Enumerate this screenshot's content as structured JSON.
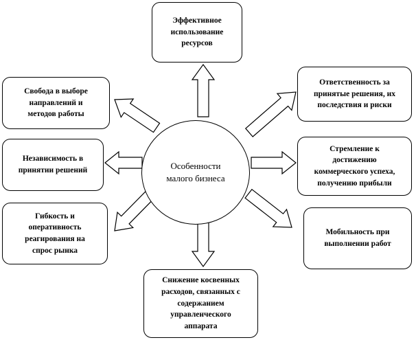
{
  "center": "Особенности\nмалого бизнеса",
  "boxes": {
    "top": "Эффективное\nиспользование\nресурсов",
    "top_left": "Свобода в выборе\nнаправлений и\nметодов работы",
    "left": "Независимость в\nпринятии решений",
    "bottom_left": "Гибкость и\nоперативность\nреагирования на\nспрос рынка",
    "bottom": "Снижение косвенных\nрасходов, связанных с\nсодержанием\nуправленческого\nаппарата",
    "top_right": "Ответственность за\nпринятые решения, их\nпоследствия и риски",
    "right": "Стремление к\nдостижению\nкоммерческого успеха,\nполучению прибыли",
    "bottom_right": "Мобильность при\nвыполнении работ"
  }
}
